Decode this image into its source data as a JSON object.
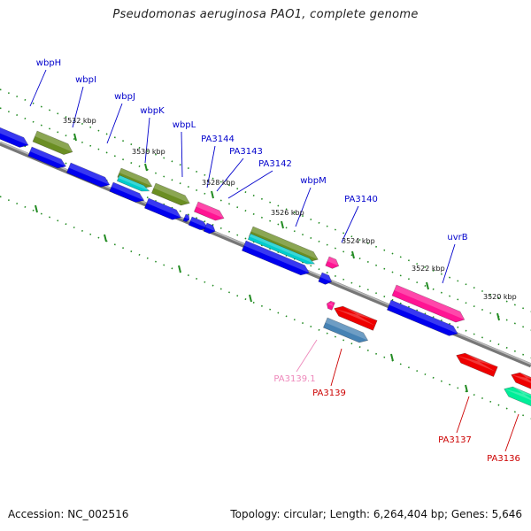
{
  "title": "Pseudomonas aeruginosa PAO1, complete genome",
  "footer": {
    "accession": "Accession: NC_002516",
    "summary": "Topology: circular; Length: 6,264,404 bp; Genes: 5,646"
  },
  "tick_labels": [
    "3532 kbp",
    "3530 kbp",
    "3528 kbp",
    "3526 kbp",
    "3524 kbp",
    "3522 kbp",
    "3520 kbp"
  ],
  "forward_labels": [
    "wbpH",
    "wbpI",
    "wbpJ",
    "wbpK",
    "wbpL",
    "PA3144",
    "PA3143",
    "PA3142",
    "wbpM",
    "PA3140",
    "uvrB"
  ],
  "reverse_labels": [
    "PA3139.1",
    "PA3139",
    "PA3137",
    "PA3136"
  ],
  "colors": {
    "forward_label": "#0000cc",
    "reverse_label": "#cc0000",
    "pseudo_label": "#ee88bb",
    "gene_blue": "#0000ee",
    "gene_olive": "#6b8e23",
    "gene_cyan": "#00cccc",
    "gene_pink": "#ff1493",
    "gene_red": "#ee0000",
    "gene_steel": "#4682b4",
    "gene_aqua": "#00ee99",
    "tick_green": "#228b22"
  }
}
